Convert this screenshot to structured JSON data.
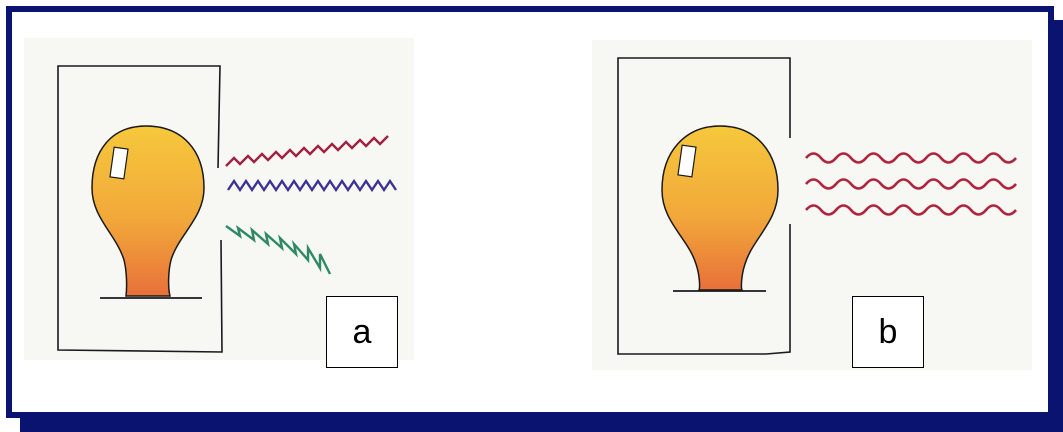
{
  "panels": [
    {
      "id": "a",
      "label": "a",
      "waves": [
        "#a0223e",
        "#3c3494",
        "#2f8a64"
      ]
    },
    {
      "id": "b",
      "label": "b",
      "waves": [
        "#b1243e",
        "#b1243e",
        "#b1243e"
      ]
    }
  ],
  "colors": {
    "frame": "#0b1370",
    "bulb_top": "#f6c83c",
    "bulb_bottom": "#e8703a"
  }
}
